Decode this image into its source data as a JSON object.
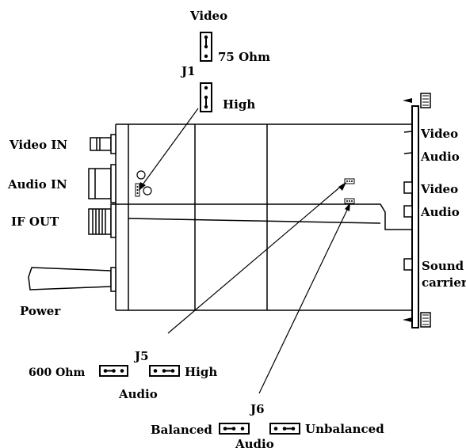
{
  "labels": {
    "video_top": "Video",
    "ohm75": "75 Ohm",
    "j1": "J1",
    "high_top": "High",
    "video_in": "Video IN",
    "audio_in": "Audio IN",
    "if_out": "IF OUT",
    "power": "Power",
    "right_video1": "Video",
    "right_audio1": "Audio",
    "right_video2": "Video",
    "right_audio2": "Audio",
    "sound": "Sound",
    "carrier": "carrier",
    "j5": "J5",
    "ohm600": "600 Ohm",
    "high_j5": "High",
    "audio_j5": "Audio",
    "j6": "J6",
    "balanced": "Balanced",
    "unbalanced": "Unbalanced",
    "audio_j6": "Audio"
  }
}
